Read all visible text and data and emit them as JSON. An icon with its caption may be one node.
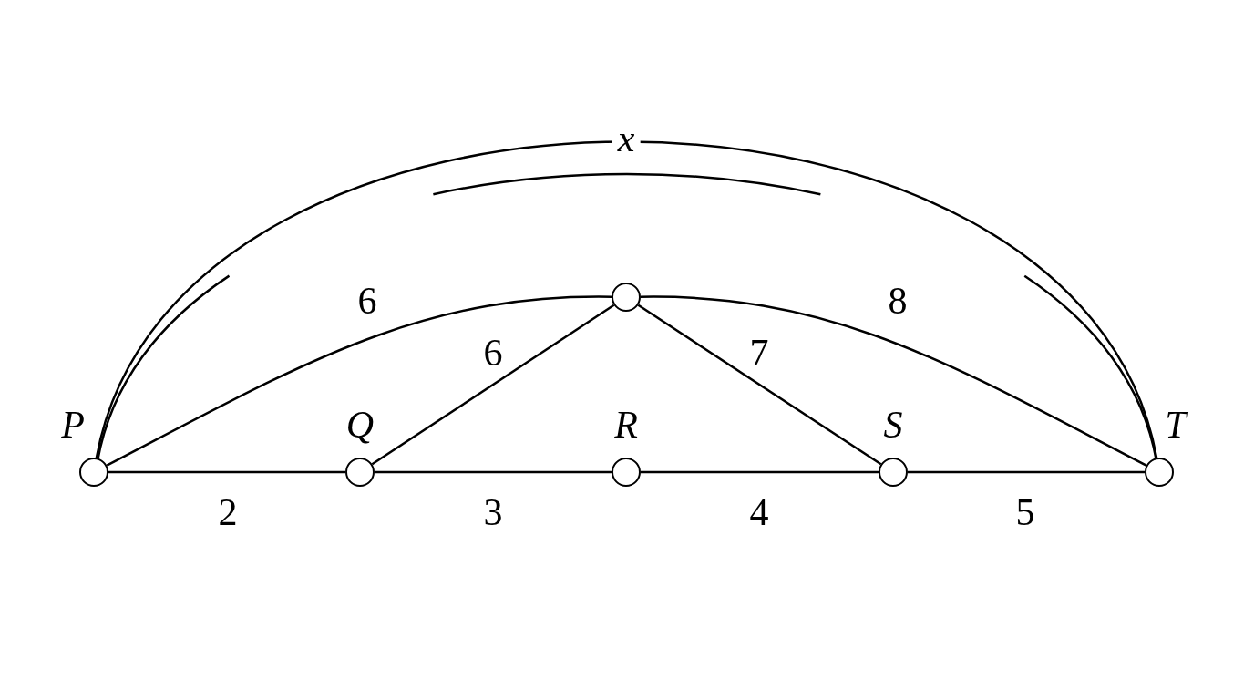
{
  "diagram": {
    "nodes": [
      {
        "text": [
          "P"
        ]
      },
      {
        "text": [
          "Q"
        ]
      },
      {
        "text": [
          "R"
        ]
      },
      {
        "text": [
          "S"
        ]
      },
      {
        "text": [
          "T"
        ]
      },
      {
        "text": [],
        "shape": "circle"
      }
    ],
    "edges": [
      {
        "from": 0,
        "to": 1,
        "arrow": "none",
        "label": "2"
      },
      {
        "from": 1,
        "to": 2,
        "arrow": "none",
        "label": "3"
      },
      {
        "from": 2,
        "to": 3,
        "arrow": "none",
        "label": "4"
      },
      {
        "from": 3,
        "to": 4,
        "arrow": "none",
        "label": "5"
      },
      {
        "from": 0,
        "to": 5,
        "arrow": "none",
        "label": "6"
      },
      {
        "from": 1,
        "to": 5,
        "arrow": "none",
        "label": "6"
      },
      {
        "from": 5,
        "to": 3,
        "arrow": "none",
        "label": "7"
      },
      {
        "from": 5,
        "to": 4,
        "arrow": "none",
        "label": "8"
      },
      {
        "from": 0,
        "to": 4,
        "arrow": "none",
        "label": "x"
      }
    ]
  }
}
